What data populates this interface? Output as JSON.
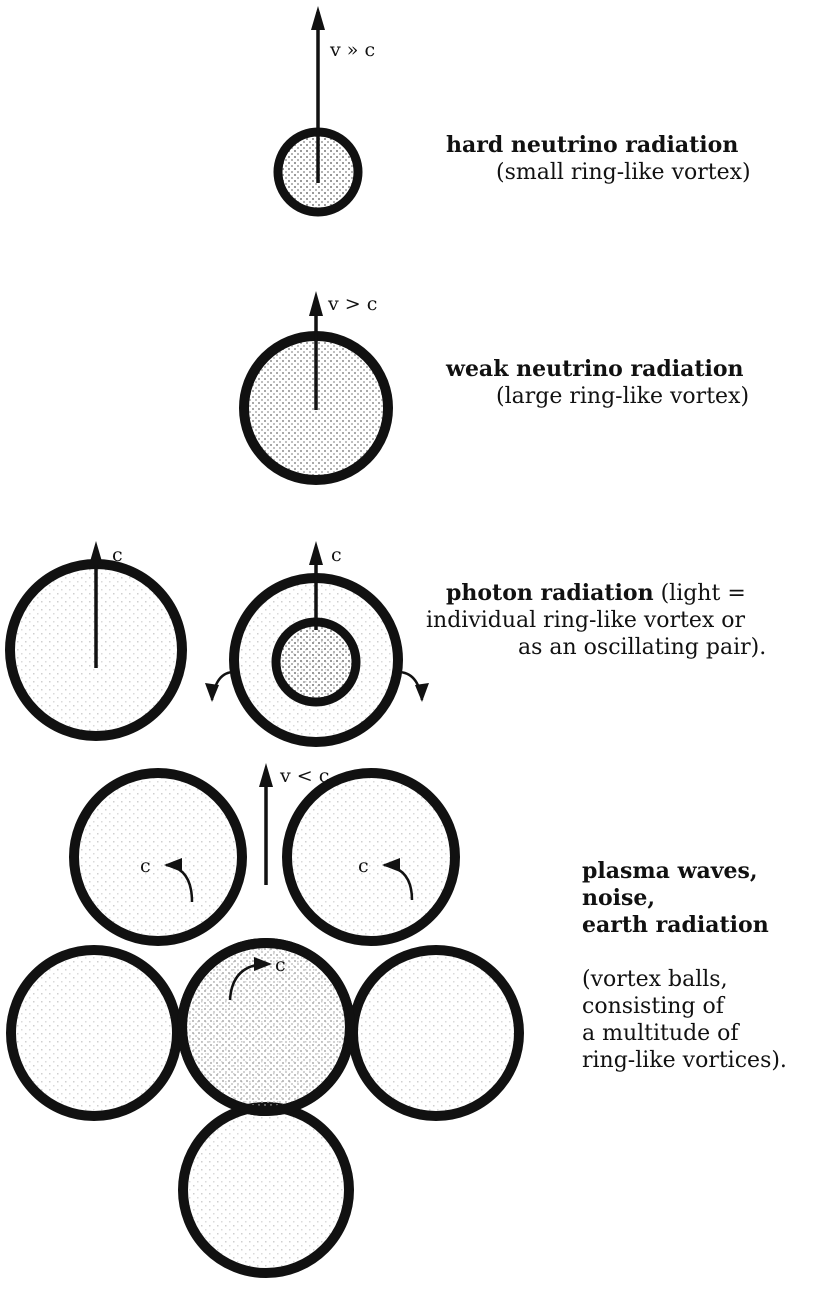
{
  "rows": [
    {
      "velocity_label": "v » c",
      "title": "hard neutrino radiation",
      "note": "(small ring-like vortex)"
    },
    {
      "velocity_label": "v > c",
      "title": "weak neutrino radiation",
      "note": "(large ring-like vortex)"
    },
    {
      "velocity_label_left": "c",
      "velocity_label_right": "c",
      "title": "photon radiation",
      "rest_line1": " (light =",
      "line2": "individual ring-like vortex or",
      "line3": "as an oscillating pair)."
    },
    {
      "velocity_label": "v < c",
      "ball_labels": [
        "c",
        "c",
        "c"
      ],
      "title_lines": [
        "plasma waves,",
        "noise,",
        "earth radiation"
      ],
      "note_lines": [
        "(vortex balls,",
        "consisting of",
        "a multitude of",
        "ring-like vortices)."
      ]
    }
  ]
}
